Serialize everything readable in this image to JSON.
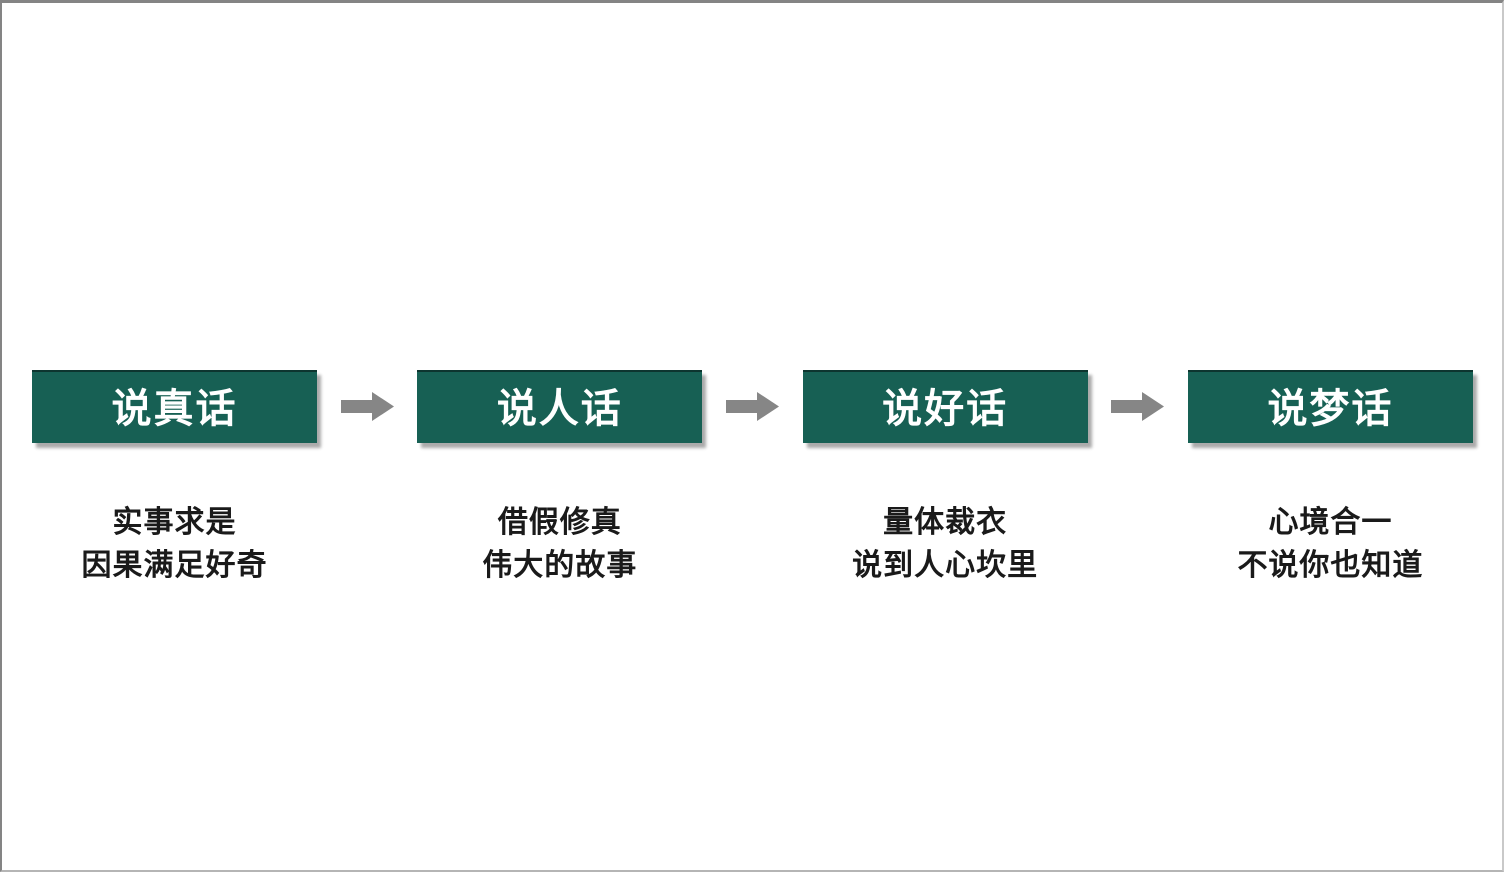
{
  "slide": {
    "stages": [
      {
        "title": "说真话",
        "desc": [
          "实事求是",
          "因果满足好奇"
        ]
      },
      {
        "title": "说人话",
        "desc": [
          "借假修真",
          "伟大的故事"
        ]
      },
      {
        "title": "说好话",
        "desc": [
          "量体裁衣",
          "说到人心坎里"
        ]
      },
      {
        "title": "说梦话",
        "desc": [
          "心境合一",
          "不说你也知道"
        ]
      }
    ],
    "arrow_icon": "right-arrow"
  },
  "colors": {
    "background": "#ffffff",
    "page_border": "#848484",
    "box_green": "#176054",
    "box_border": "#0d352f",
    "box_shadow": "#ababab",
    "arrow_gray": "#868686",
    "title_white": "#ffffff",
    "text_dark": "#1a1a1a"
  }
}
